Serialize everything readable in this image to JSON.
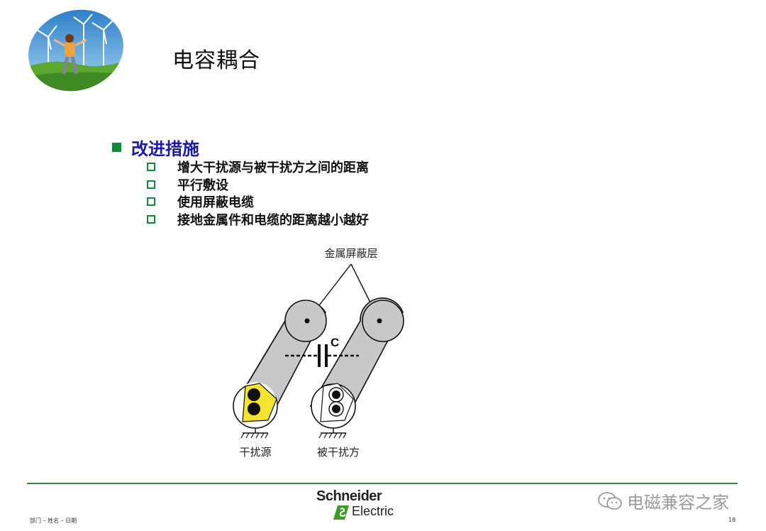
{
  "slide": {
    "title": "电容耦合",
    "section_heading": "改进措施",
    "bullets": [
      "增大干扰源与被干扰方之间的距离",
      "平行敷设",
      "使用屏蔽电缆",
      "接地金属件和电缆的距离越小越好"
    ]
  },
  "diagram": {
    "shield_label": "金属屏蔽层",
    "capacitor_label": "C",
    "source_label": "干扰源",
    "victim_label": "被干扰方",
    "cable_gray": "#c8c8c8",
    "conductor_yellow": "#f4e430"
  },
  "footer": {
    "left_text": "部门 – 姓名 – 日期",
    "page_number": "18",
    "logo_line1": "Schneider",
    "logo_line2": "Electric",
    "watermark_text": "电磁兼容之家",
    "line_color": "#2f8a4a"
  }
}
